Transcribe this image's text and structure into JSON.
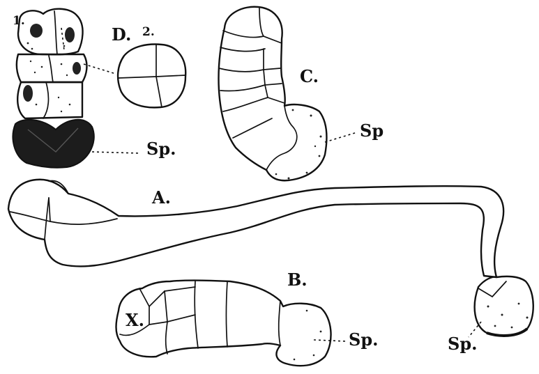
{
  "labels": {
    "fig_a": "A.",
    "fig_b": "B.",
    "fig_c": "C.",
    "fig_d": "D.",
    "num_1": "1.",
    "num_2": "2.",
    "x_cell": "X.",
    "sp_d": "Sp.",
    "sp_c": "Sp",
    "sp_b": "Sp.",
    "sp_a": "Sp."
  }
}
